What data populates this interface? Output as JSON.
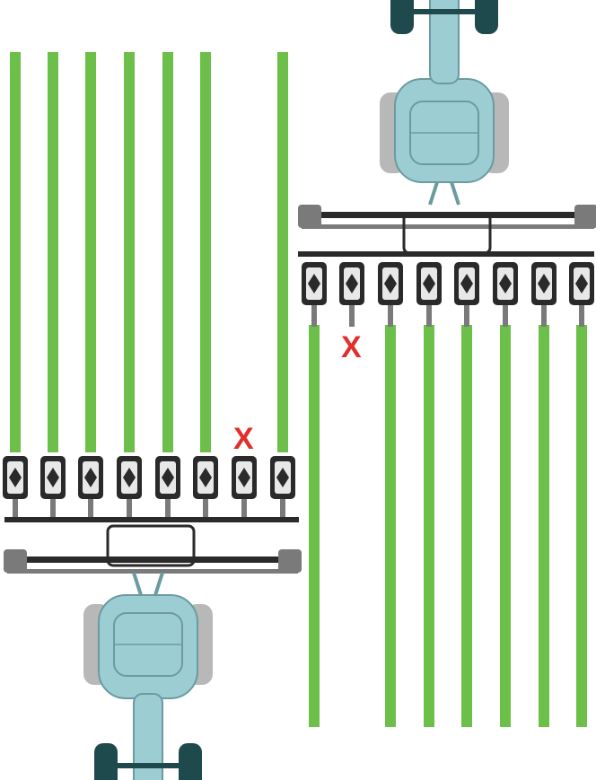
{
  "colors": {
    "row_green": "#6cc04a",
    "tractor_body": "#9ccdd2",
    "tractor_outline": "#6a9ba0",
    "tire_dark": "#1e4a4e",
    "tire_grey": "#b8b8b8",
    "frame_dark": "#2a2a2a",
    "frame_mid": "#7a7a7a",
    "unit_body": "#e8e8e8",
    "skip_mark": "#e0302c"
  },
  "left_planter": {
    "orientation": "up",
    "rows": 8,
    "skipped_row_index": 6,
    "skip_label": "X"
  },
  "right_planter": {
    "orientation": "down",
    "rows": 8,
    "skipped_row_index": 1,
    "skip_label": "X"
  }
}
